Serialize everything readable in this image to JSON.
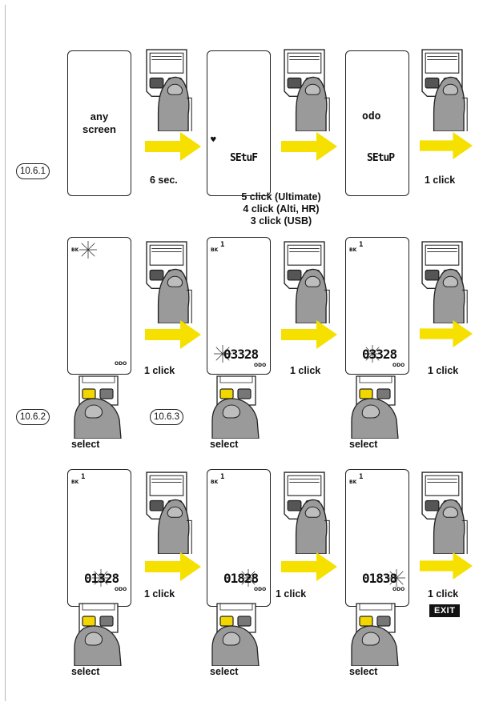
{
  "steps": {
    "s1": "10.6.1",
    "s2": "10.6.2",
    "s3": "10.6.3"
  },
  "row1": {
    "screen1_text": [
      "any",
      "screen"
    ],
    "time_label": "6 sec.",
    "screen2_bottom": "SEtuF",
    "screen3_top": "odo",
    "screen3_bottom": "SEtuP",
    "click_label": "1 click",
    "clicks_note": [
      "5 click (Ultimate)",
      "4 click (Alti, HR)",
      "3 click (USB)"
    ]
  },
  "row2": {
    "bk_label": "BK",
    "odo_label": "ODO",
    "d2": "03328",
    "d3": "03328",
    "click_label": "1 click",
    "select_label": "select"
  },
  "row3": {
    "bk_label": "BK",
    "odo_label": "ODO",
    "d1": "01328",
    "d2": "01828",
    "d3": "01838",
    "click_label": "1 click",
    "select_label": "select",
    "exit_label": "EXIT"
  },
  "colors": {
    "arrow": "#f5e000",
    "hand": "#9a9a9a",
    "outline": "#222222",
    "button_yellow": "#f2d600"
  }
}
